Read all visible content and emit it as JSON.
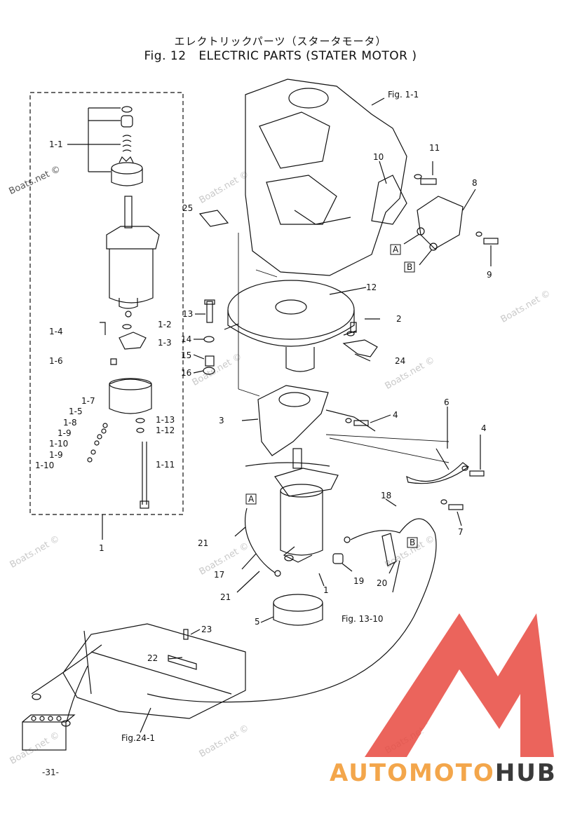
{
  "title_jp": "エレクトリックパーツ（スタータモータ）",
  "fig_label": "Fig. 12",
  "title_en": "ELECTRIC PARTS (STATER MOTOR )",
  "watermark": "Boats.net ©",
  "page_number": "-31-",
  "logo": {
    "part1": "AUTOMOTO",
    "part2": "HUB",
    "accent": "#e8493f",
    "orange": "#f3a64b",
    "dark": "#3a3a3a"
  },
  "refs": {
    "fig_1_1": "Fig. 1-1",
    "fig_13_10": "Fig. 13-10",
    "fig_24_1": "Fig.24-1"
  },
  "callouts": {
    "c1_1": "1-1",
    "c1_2": "1-2",
    "c1_3": "1-3",
    "c1_4": "1-4",
    "c1_5": "1-5",
    "c1_6": "1-6",
    "c1_7": "1-7",
    "c1_8": "1-8",
    "c1_9a": "1-9",
    "c1_9b": "1-9",
    "c1_10a": "1-10",
    "c1_10b": "1-10",
    "c1_11": "1-11",
    "c1_12": "1-12",
    "c1_13": "1-13",
    "c1": "1",
    "c1b": "1",
    "c2": "2",
    "c3": "3",
    "c4a": "4",
    "c4b": "4",
    "c5": "5",
    "c6": "6",
    "c7": "7",
    "c8": "8",
    "c9": "9",
    "c10": "10",
    "c11": "11",
    "c12": "12",
    "c13": "13",
    "c14": "14",
    "c15": "15",
    "c16": "16",
    "c17": "17",
    "c18": "18",
    "c19": "19",
    "c20": "20",
    "c21a": "21",
    "c21b": "21",
    "c22": "22",
    "c23": "23",
    "c24": "24",
    "c25": "25"
  },
  "boxes": {
    "a1": "A",
    "b1": "B",
    "a2": "A",
    "b2": "B"
  }
}
